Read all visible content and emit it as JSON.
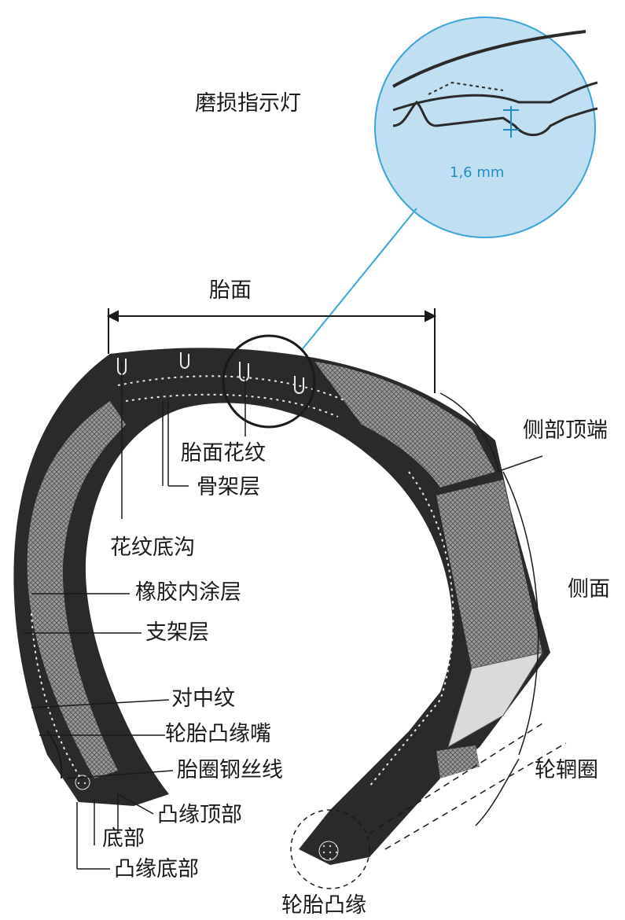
{
  "title": "磨损指示灯",
  "inset": {
    "measurement": "1,6 mm"
  },
  "labels": {
    "tread_width": "胎面",
    "tread_pattern": "胎面花纹",
    "carcass": "骨架层",
    "groove_bottom": "花纹底沟",
    "inner_liner": "橡胶内涂层",
    "belt_layer": "支架层",
    "centering_rib": "对中纹",
    "bead_toe": "轮胎凸缘嘴",
    "bead_wire": "胎圈钢丝线",
    "bead_top": "凸缘顶部",
    "base": "底部",
    "bead_base": "凸缘底部",
    "shoulder": "侧部顶端",
    "sidewall": "侧面",
    "rim": "轮辋圈",
    "bead": "轮胎凸缘"
  },
  "colors": {
    "inset_fill": "#bfe0f2",
    "inset_stroke": "#3aa6d6",
    "tyre_dark": "#2a2a2a",
    "mesh": "#8a8a8a",
    "line": "#1a1a1a"
  }
}
